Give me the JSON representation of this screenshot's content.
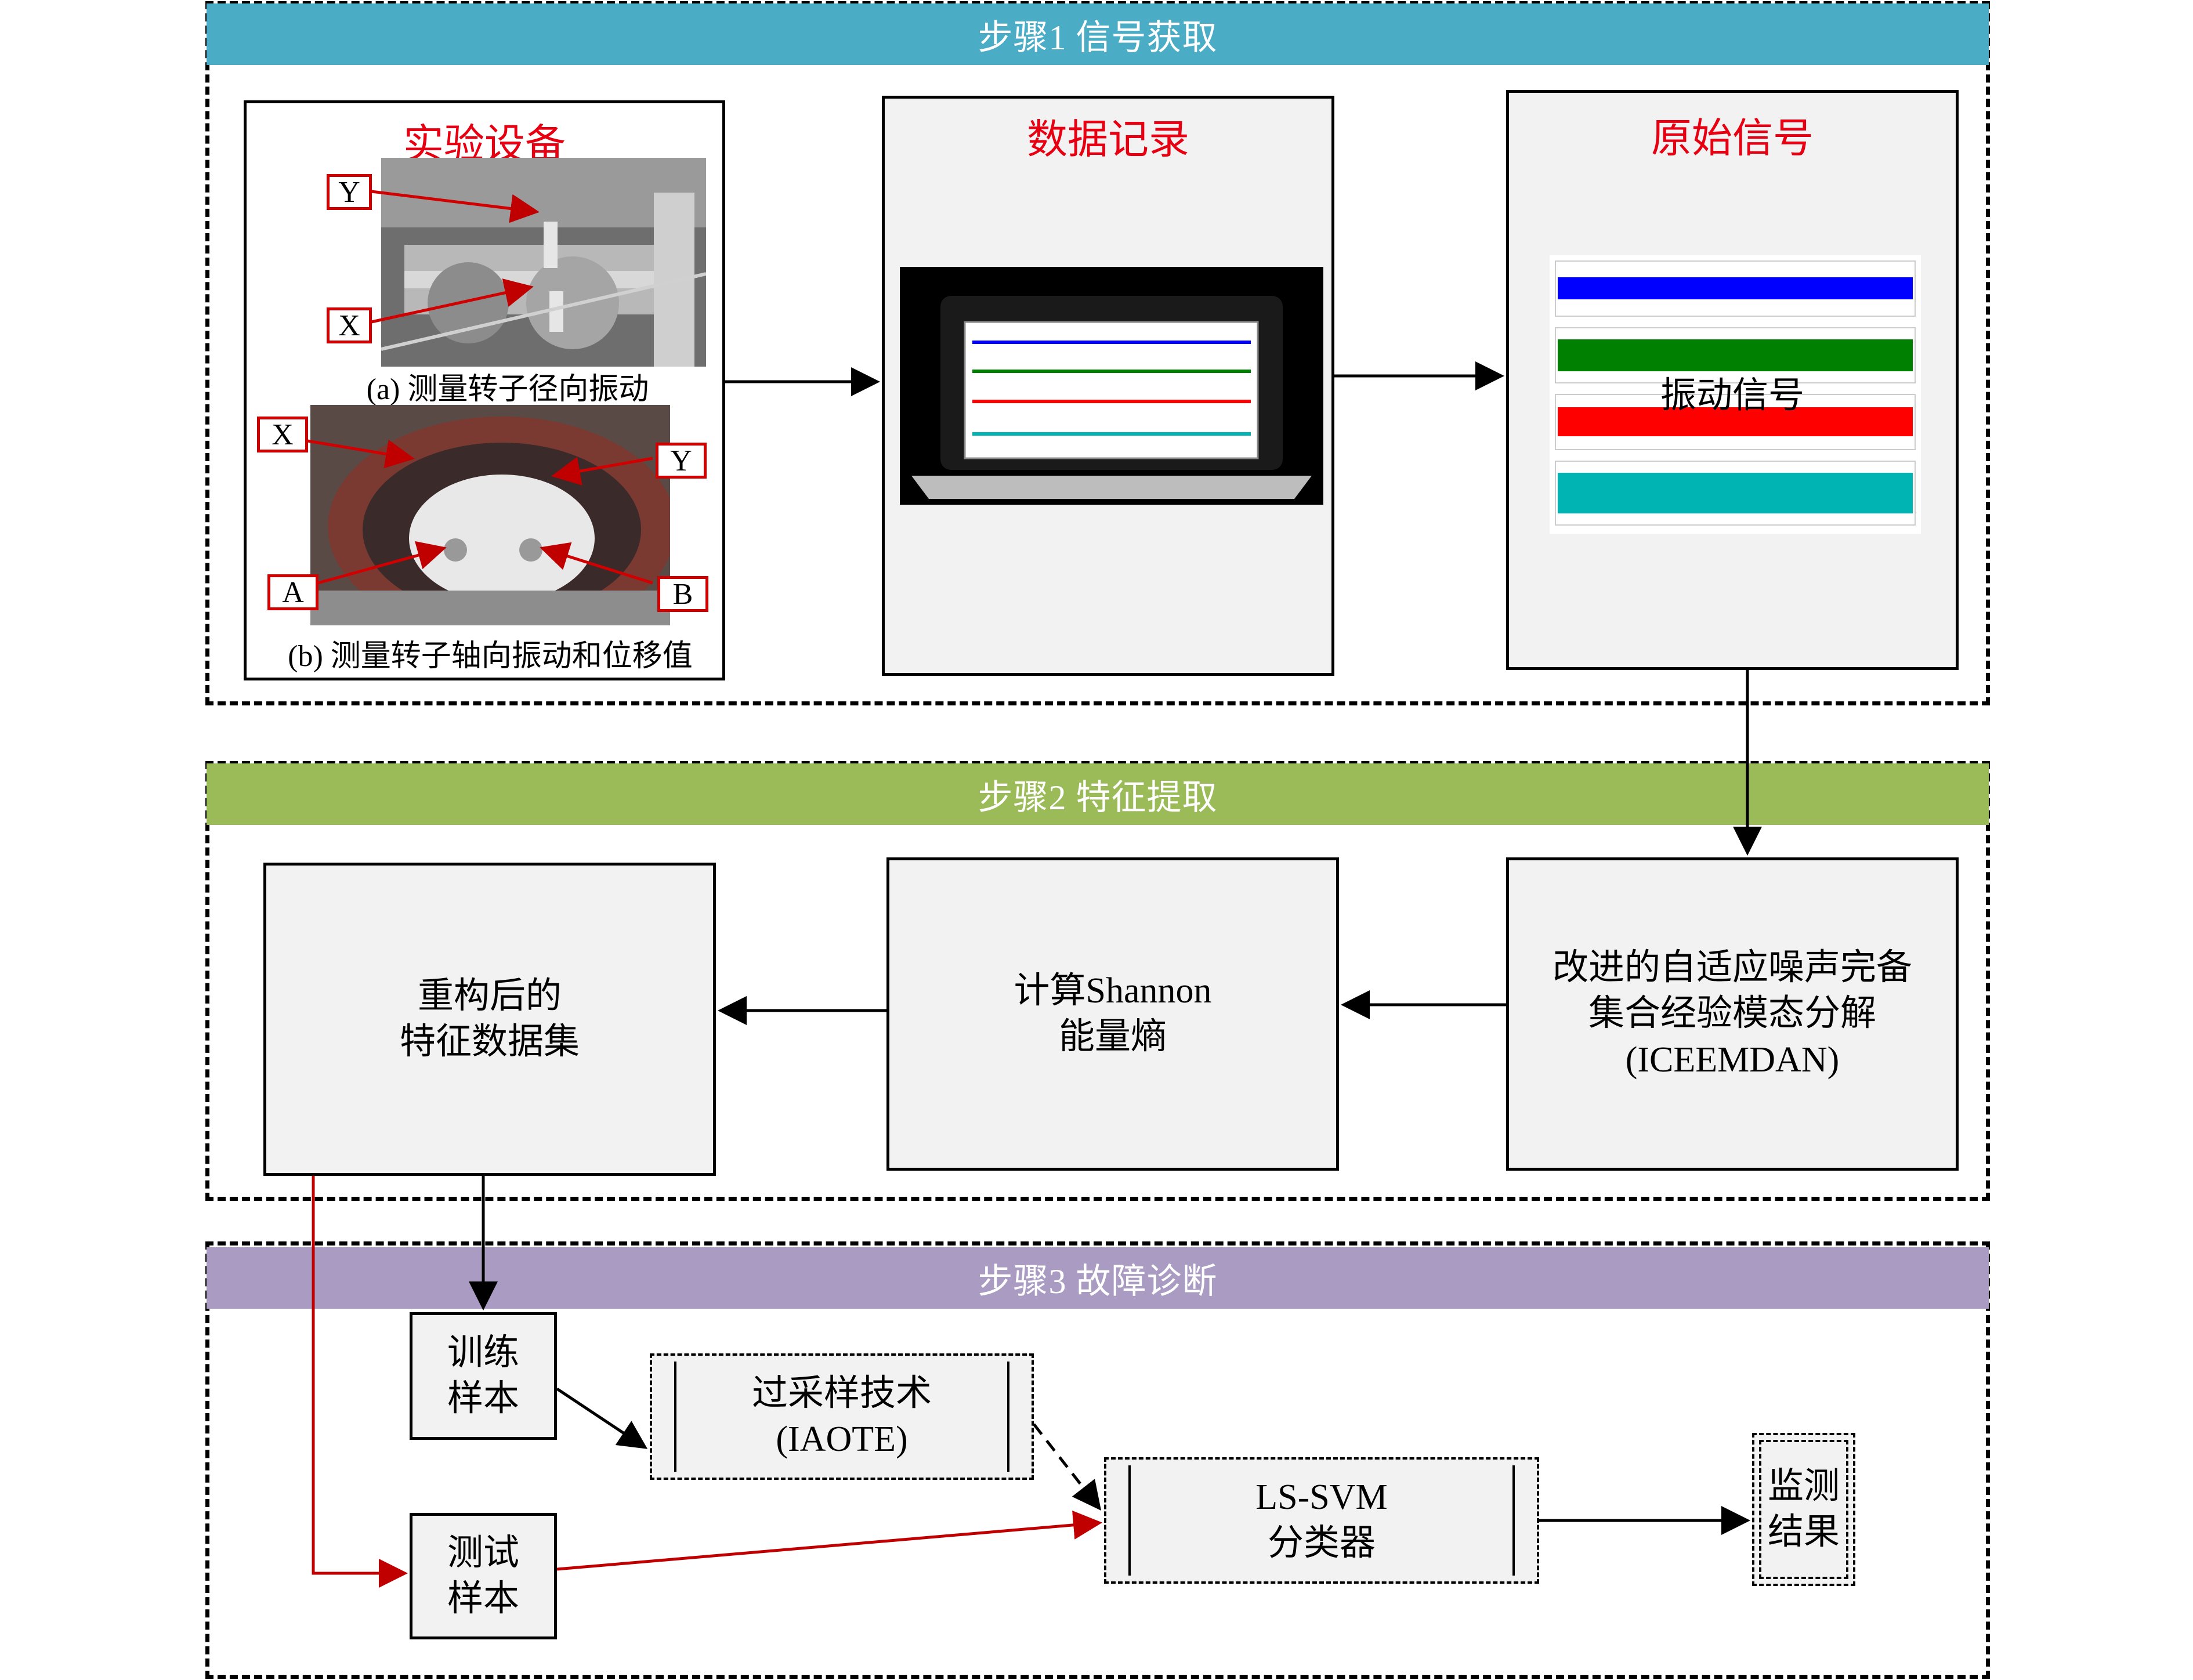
{
  "stages": {
    "s1": {
      "title": "步骤1  信号获取",
      "color": "#4bacc6"
    },
    "s2": {
      "title": "步骤2  特征提取",
      "color": "#9bbb59"
    },
    "s3": {
      "title": "步骤3  故障诊断",
      "color": "#a99bc1"
    }
  },
  "acquisition": {
    "equipment": {
      "title": "实验设备",
      "caption_a": "(a) 测量转子径向振动",
      "caption_b": "(b) 测量转子轴向振动和位移值",
      "labels": {
        "Y_a": "Y",
        "X_a": "X",
        "X_b": "X",
        "Y_b": "Y",
        "A": "A",
        "B": "B"
      }
    },
    "recording": {
      "title": "数据记录"
    },
    "raw_signal": {
      "title": "原始信号",
      "overlay": "振动信号"
    }
  },
  "extraction": {
    "iceemdan": {
      "line1": "改进的自适应噪声完备",
      "line2": "集合经验模态分解",
      "line3": "(ICEEMDAN)"
    },
    "shannon": {
      "line1": "计算Shannon",
      "line2": "能量熵"
    },
    "dataset": {
      "line1": "重构后的",
      "line2": "特征数据集"
    }
  },
  "diagnosis": {
    "train": {
      "line1": "训练",
      "line2": "样本"
    },
    "test": {
      "line1": "测试",
      "line2": "样本"
    },
    "oversample": {
      "line1": "过采样技术",
      "line2": "(IAOTE)"
    },
    "classifier": {
      "line1": "LS-SVM",
      "line2": "分类器"
    },
    "result": {
      "line1": "监测",
      "line2": "结果"
    }
  },
  "signal_colors": [
    "#0000ff",
    "#008000",
    "#ff0000",
    "#00b4b4"
  ]
}
